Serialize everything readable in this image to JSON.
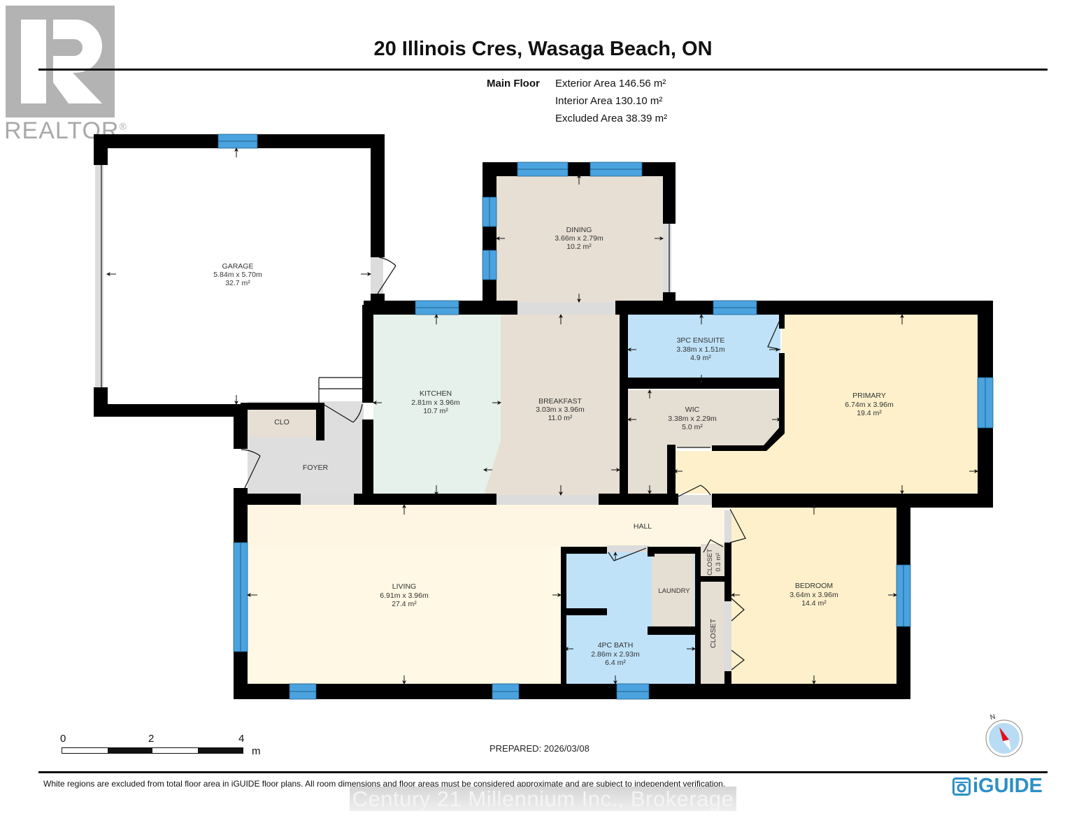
{
  "branding": {
    "realtor_text": "REALTOR",
    "realtor_mark": "®",
    "iguide_text": "iGUIDE",
    "brokerage_watermark": "Century 21 Millennium Inc., Brokerage"
  },
  "header": {
    "title": "20 Illinois Cres, Wasaga Beach, ON",
    "floor_label": "Main Floor",
    "areas": [
      "Exterior Area 146.56 m²",
      "Interior Area 130.10 m²",
      "Excluded Area 38.39 m²"
    ]
  },
  "colors": {
    "wall": "#000000",
    "window": "#4aa3df",
    "opening": "#dcdcdc",
    "garage": "#ffffff",
    "dining": "#e7dfd3",
    "kitchen": "#e5f1ea",
    "breakfast": "#e7dfd3",
    "ensuite": "#bfe2f8",
    "wic": "#e5ded3",
    "primary": "#fdf0cb",
    "foyer": "#dedede",
    "clo": "#e7dfd3",
    "living": "#fef8e4",
    "hall": "#fef6e2",
    "bath": "#bfe2f8",
    "laundry": "#e5ded3",
    "closet": "#e5ded3",
    "bedroom": "#fdf0cb",
    "iguide_blue": "#2d8fc4",
    "compass_red": "#e01020",
    "compass_fill": "#b8dcf4"
  },
  "rooms": {
    "garage": {
      "name": "GARAGE",
      "dims": "5.84m x 5.70m",
      "area": "32.7 m²"
    },
    "dining": {
      "name": "DINING",
      "dims": "3.66m x 2.79m",
      "area": "10.2 m²"
    },
    "kitchen": {
      "name": "KITCHEN",
      "dims": "2.81m x 3.96m",
      "area": "10.7 m²"
    },
    "breakfast": {
      "name": "BREAKFAST",
      "dims": "3.03m x 3.96m",
      "area": "11.0 m²"
    },
    "ensuite": {
      "name": "3PC ENSUITE",
      "dims": "3.38m x 1.51m",
      "area": "4.9 m²"
    },
    "wic": {
      "name": "WIC",
      "dims": "3.38m x 2.29m",
      "area": "5.0 m²"
    },
    "primary": {
      "name": "PRIMARY",
      "dims": "6.74m x 3.96m",
      "area": "19.4 m²"
    },
    "clo": {
      "name": "CLO"
    },
    "foyer": {
      "name": "FOYER"
    },
    "hall": {
      "name": "HALL"
    },
    "living": {
      "name": "LIVING",
      "dims": "6.91m x 3.96m",
      "area": "27.4 m²"
    },
    "bath": {
      "name": "4PC BATH",
      "dims": "2.86m x 2.93m",
      "area": "6.4 m²"
    },
    "laundry": {
      "name": "LAUNDRY"
    },
    "small_closet": {
      "name": "CLOSET",
      "area": "0.3 m²"
    },
    "closet": {
      "name": "CLOSET"
    },
    "bedroom": {
      "name": "BEDROOM",
      "dims": "3.64m x 3.96m",
      "area": "14.4 m²"
    }
  },
  "scale_bar": {
    "ticks": [
      "0",
      "2",
      "4"
    ],
    "unit": "m"
  },
  "compass": {
    "label": "N"
  },
  "footer": {
    "prepared": "PREPARED: 2026/03/08",
    "disclaimer": "White regions are excluded from total floor area in iGUIDE floor plans. All room dimensions and floor areas must be considered approximate and are subject to independent verification."
  }
}
